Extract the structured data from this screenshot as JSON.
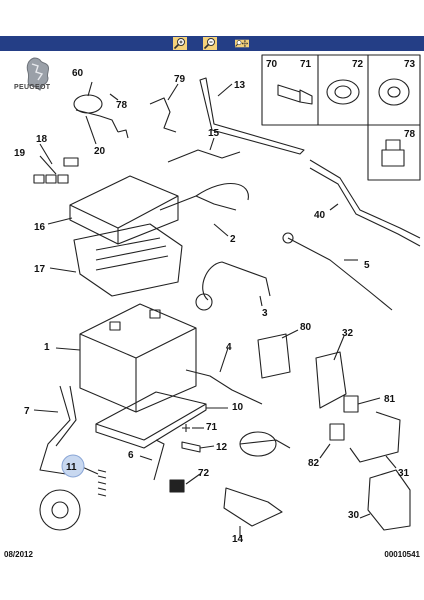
{
  "brand": {
    "name": "PEUGEOT",
    "accent": "#243e86"
  },
  "toolbar": {
    "icons": [
      "zoom-in-icon",
      "zoom-out-icon",
      "zoom-move-icon"
    ]
  },
  "labels": {
    "l60": "60",
    "l78": "78",
    "l20": "20",
    "l79": "79",
    "l13": "13",
    "l18": "18",
    "l19": "19",
    "l15": "15",
    "l16": "16",
    "l2": "2",
    "l40": "40",
    "l17": "17",
    "l5": "5",
    "l3": "3",
    "l1": "1",
    "l80": "80",
    "l32": "32",
    "l4": "4",
    "l81": "81",
    "l7": "7",
    "l10": "10",
    "l71b": "71",
    "l12": "12",
    "l6": "6",
    "l72b": "72",
    "l82": "82",
    "l11": "11",
    "l31": "31",
    "l30": "30",
    "l14": "14"
  },
  "inset": {
    "h70": "70",
    "h71": "71",
    "h72": "72",
    "h73": "73",
    "h78": "78"
  },
  "footer": {
    "date": "08/2012",
    "ref": "00010541"
  }
}
